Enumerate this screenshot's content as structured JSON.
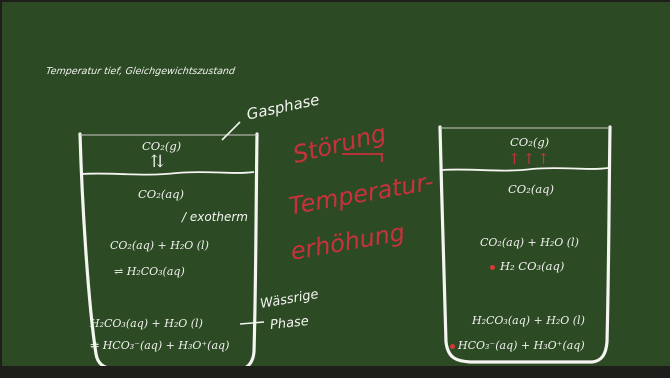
{
  "header_note": "Temperatur tief, Gleichgewichtszustand",
  "labels": {
    "gasphase": "Gasphase",
    "exotherm": "/ exotherm",
    "waessrige": "Wässrige",
    "phase": "Phase"
  },
  "disturbance": {
    "line1": "Störung",
    "line2": "Temperatur-",
    "line3": "erhöhung",
    "color": "#c8323c"
  },
  "left_beaker": {
    "co2_g": "CO₂(g)",
    "equilibrium_arrow": "⇅",
    "co2_aq": "CO₂(aq)",
    "reaction1_line1": "CO₂(aq) + H₂O (l)",
    "reaction1_line2": "⇌ H₂CO₃(aq)",
    "reaction2_line1": "H₂CO₃(aq) + H₂O (l)",
    "reaction2_line2": "⇌ HCO₃⁻(aq) + H₃O⁺(aq)"
  },
  "right_beaker": {
    "co2_g": "CO₂(g)",
    "up_arrows": "↑↑↑",
    "co2_aq": "CO₂(aq)",
    "reaction1_line1": "CO₂(aq) + H₂O (l)",
    "reaction1_line2": "H₂ CO₃(aq)",
    "reaction2_line1": "H₂CO₃(aq) + H₂O (l)",
    "reaction2_line2": "HCO₃⁻(aq) + H₃O⁺(aq)"
  },
  "colors": {
    "board": "#2c4a24",
    "chalk": "#f2f2ee",
    "red_ink": "#c8323c"
  }
}
